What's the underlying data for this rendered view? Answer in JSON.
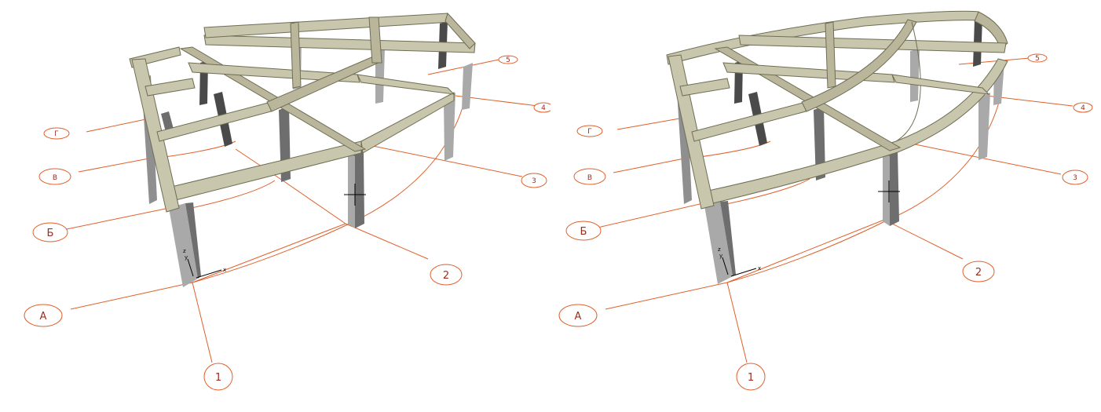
{
  "colors": {
    "axis_line": "#e0602a",
    "bubble_stroke": "#e0602a",
    "bubble_text": "#9b2d1f",
    "beam_top": "#c9c6ae",
    "beam_side": "#8e8b6c",
    "beam_dark": "#6f6d52",
    "column_front": "#a9a9a9",
    "column_side": "#6e6e6e",
    "column_dark": "#4a4a4a"
  },
  "icons": {
    "crosshair": "crosshair-icon",
    "gizmo": "axis-gizmo-icon"
  },
  "views": [
    {
      "name": "straight-beam-frame",
      "grid_letters": [
        "А",
        "Б",
        "В",
        "Г"
      ],
      "grid_numbers": [
        "1",
        "2",
        "3",
        "4",
        "5"
      ],
      "gizmo": {
        "z": "z",
        "y": "y",
        "x": "x"
      }
    },
    {
      "name": "curved-beam-frame",
      "grid_letters": [
        "А",
        "Б",
        "В",
        "Г"
      ],
      "grid_numbers": [
        "1",
        "2",
        "3",
        "4",
        "5"
      ],
      "gizmo": {
        "z": "z",
        "y": "y",
        "x": "x"
      }
    }
  ]
}
